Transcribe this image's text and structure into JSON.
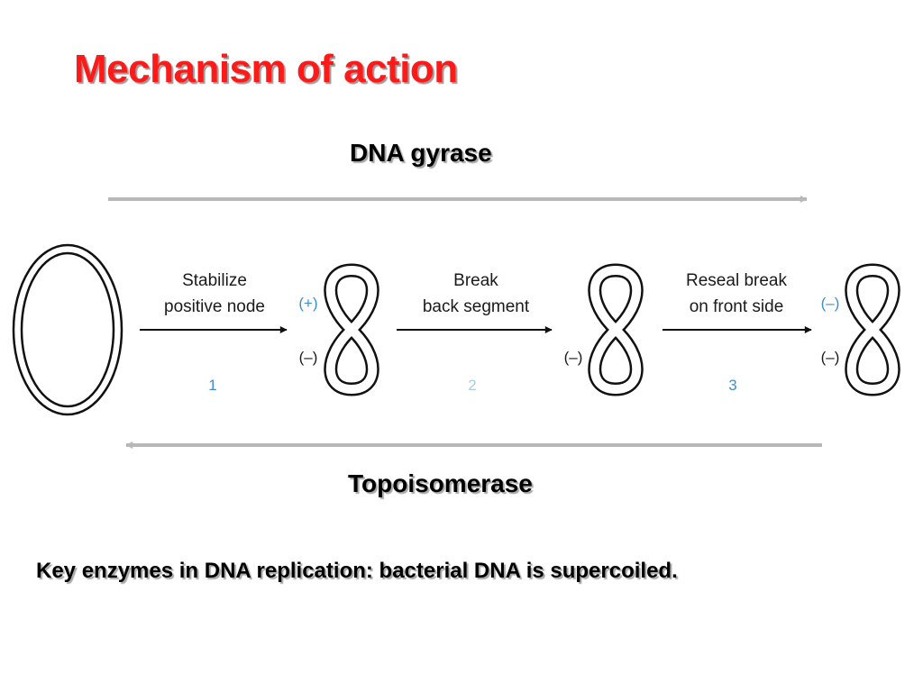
{
  "title": "Mechanism of action",
  "top_process": "DNA gyrase",
  "bottom_process": "Topoisomerase",
  "caption": "Key enzymes in DNA replication: bacterial DNA is supercoiled.",
  "steps": [
    {
      "line1": "Stabilize",
      "line2": "positive node",
      "number": "1"
    },
    {
      "line1": "Break",
      "line2": "back segment",
      "number": "2"
    },
    {
      "line1": "Reseal break",
      "line2": "on front side",
      "number": "3"
    }
  ],
  "node_signs": {
    "fig2_top": "(+)",
    "fig2_bottom": "(–)",
    "fig3_bottom": "(–)",
    "fig4_top": "(–)",
    "fig4_bottom": "(–)"
  },
  "colors": {
    "title": "#ff1a1a",
    "step_numbers": "#3f8fc7",
    "process_arrows": "#b8b8b8"
  }
}
